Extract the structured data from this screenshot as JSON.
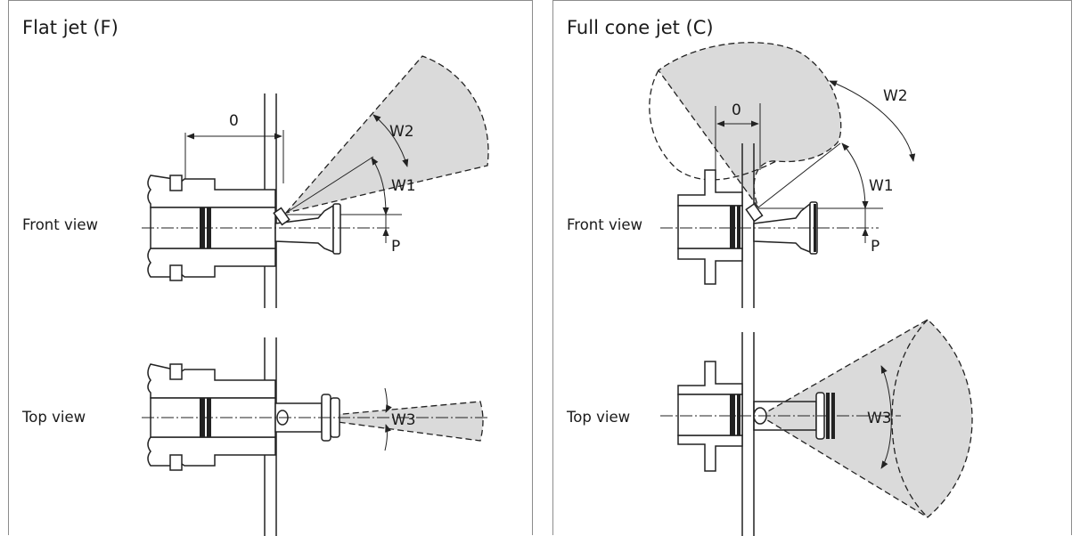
{
  "panels": [
    {
      "title": "Flat jet (F)",
      "front_view_label": "Front view",
      "top_view_label": "Top view",
      "dimensions": {
        "offset": "0",
        "angle_w1": "W1",
        "angle_w2": "W2",
        "angle_w3": "W3",
        "distance_p": "P"
      }
    },
    {
      "title": "Full cone jet (C)",
      "front_view_label": "Front view",
      "top_view_label": "Top view",
      "dimensions": {
        "offset": "0",
        "angle_w1": "W1",
        "angle_w2": "W2",
        "angle_w3": "W3",
        "distance_p": "P"
      }
    }
  ],
  "colors": {
    "line": "#222222",
    "spray_fill": "#dadada",
    "frame": "#8c8c8c"
  }
}
